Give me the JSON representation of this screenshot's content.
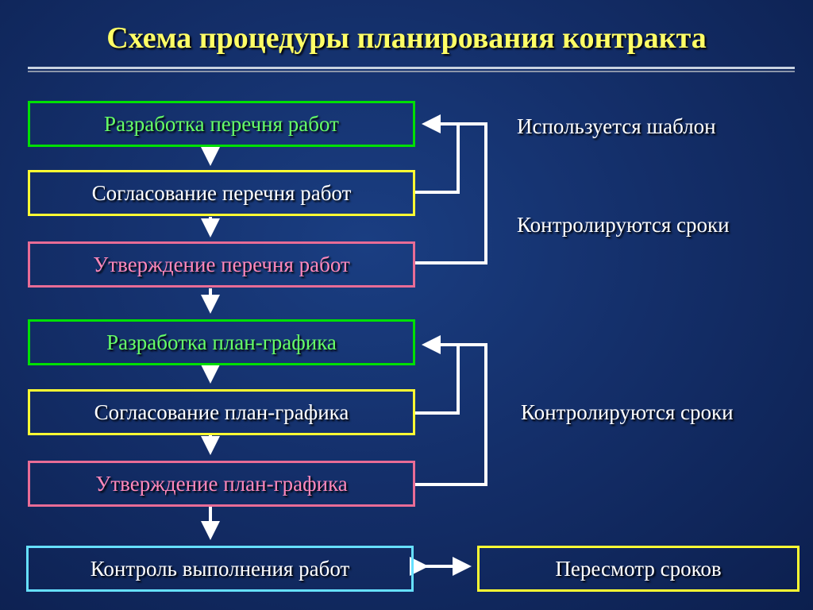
{
  "title": "Схема процедуры планирования контракта",
  "boxes": {
    "develop_list": "Разработка перечня работ",
    "agree_list": "Согласование перечня работ",
    "approve_list": "Утверждение перечня работ",
    "develop_schedule": "Разработка план-графика",
    "agree_schedule": "Согласование план-графика",
    "approve_schedule": "Утверждение план-графика",
    "control": "Контроль выполнения работ",
    "revise": "Пересмотр сроков"
  },
  "notes": {
    "template_used": "Используется шаблон",
    "deadlines_1": "Контролируются сроки",
    "deadlines_2": "Контролируются сроки"
  },
  "colors": {
    "background": "#142f6a",
    "title": "#ffff66",
    "green": "#00e000",
    "yellow": "#ffff33",
    "pink": "#e86c96",
    "cyan": "#66e0ff",
    "develop_text": "#66ff66",
    "approve_text": "#ff88bb",
    "white_text": "#ffffff"
  }
}
